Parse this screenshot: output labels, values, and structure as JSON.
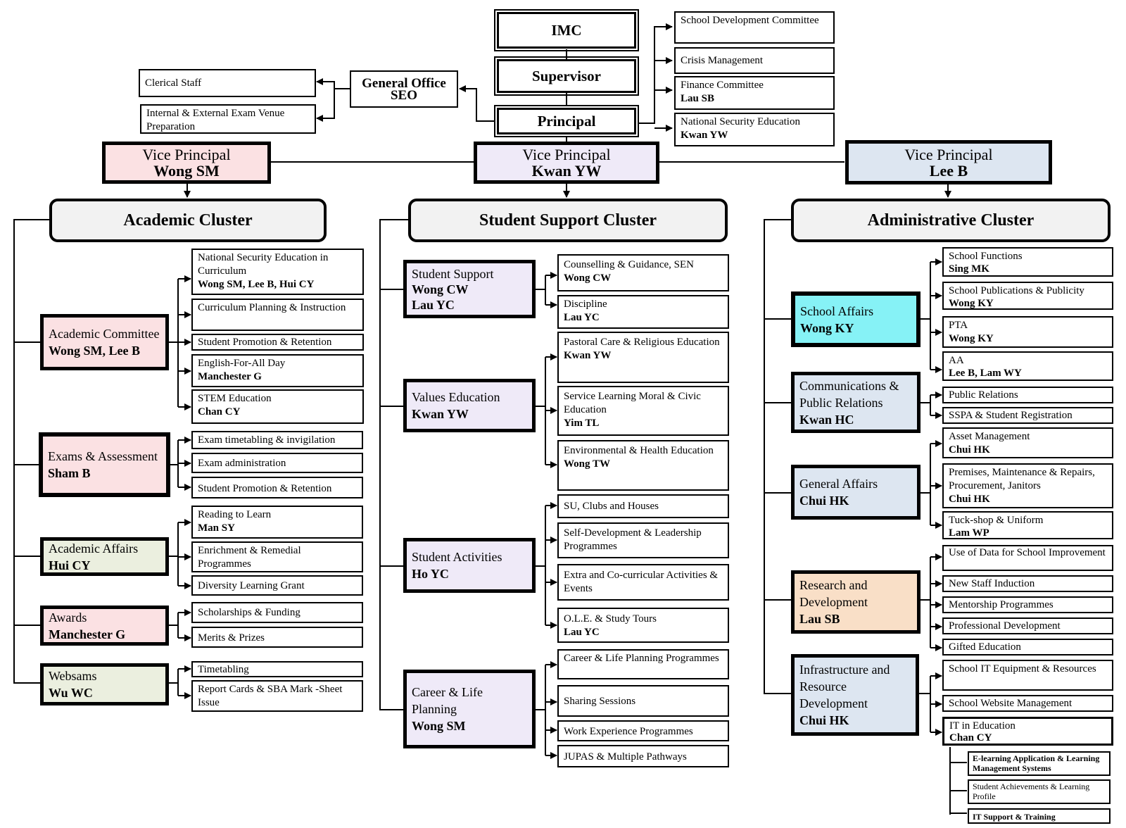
{
  "top": {
    "imc": "IMC",
    "supervisor": "Supervisor",
    "principal": "Principal"
  },
  "committees": [
    {
      "label": "School Development Committee",
      "name": ""
    },
    {
      "label": "Crisis Management",
      "name": ""
    },
    {
      "label": "Finance Committee",
      "name": "Lau SB"
    },
    {
      "label": "National Security Education",
      "name": "Kwan YW"
    }
  ],
  "general_office": {
    "title": "General Office",
    "sub": "SEO"
  },
  "office_items": [
    "Clerical Staff",
    "Internal & External Exam Venue Preparation"
  ],
  "vice_principals": [
    {
      "title": "Vice Principal",
      "name": "Wong SM"
    },
    {
      "title": "Vice Principal",
      "name": "Kwan YW"
    },
    {
      "title": "Vice Principal",
      "name": "Lee B"
    }
  ],
  "clusters": {
    "academic": {
      "title": "Academic Cluster",
      "groups": [
        {
          "title": "Academic Committee",
          "name": "Wong SM, Lee B",
          "items": [
            {
              "label": "National Security Education in Curriculum",
              "name": "Wong SM, Lee B, Hui CY"
            },
            {
              "label": "Curriculum Planning & Instruction",
              "name": ""
            },
            {
              "label": "Student Promotion & Retention",
              "name": ""
            },
            {
              "label": "English-For-All Day",
              "name": "Manchester G"
            },
            {
              "label": "STEM Education",
              "name": "Chan CY"
            }
          ]
        },
        {
          "title": "Exams & Assessment",
          "name": "Sham B",
          "items": [
            {
              "label": "Exam timetabling & invigilation",
              "name": ""
            },
            {
              "label": "Exam administration",
              "name": ""
            },
            {
              "label": "Student Promotion & Retention",
              "name": ""
            }
          ]
        },
        {
          "title": "Academic Affairs",
          "name": "Hui CY",
          "items": [
            {
              "label": "Reading to Learn",
              "name": "Man SY"
            },
            {
              "label": "Enrichment & Remedial Programmes",
              "name": ""
            },
            {
              "label": "Diversity Learning Grant",
              "name": ""
            }
          ]
        },
        {
          "title": "Awards",
          "name": "Manchester G",
          "items": [
            {
              "label": "Scholarships & Funding",
              "name": ""
            },
            {
              "label": "Merits & Prizes",
              "name": ""
            }
          ]
        },
        {
          "title": "Websams",
          "name": "Wu WC",
          "items": [
            {
              "label": "Timetabling",
              "name": ""
            },
            {
              "label": "Report Cards & SBA Mark -Sheet Issue",
              "name": ""
            }
          ]
        }
      ]
    },
    "support": {
      "title": "Student Support Cluster",
      "groups": [
        {
          "title": "Student Support",
          "name": "Wong CW",
          "name2": "Lau YC",
          "items": [
            {
              "label": "Counselling & Guidance, SEN",
              "name": "Wong CW"
            },
            {
              "label": "Discipline",
              "name": "Lau YC"
            }
          ]
        },
        {
          "title": "Values Education",
          "name": "Kwan YW",
          "items": [
            {
              "label": "Pastoral Care & Religious Education",
              "name": "Kwan YW"
            },
            {
              "label": "Service Learning Moral & Civic Education",
              "name": "Yim TL"
            },
            {
              "label": "Environmental & Health Education",
              "name": "Wong TW"
            }
          ]
        },
        {
          "title": "Student Activities",
          "name": "Ho YC",
          "items": [
            {
              "label": "SU, Clubs and Houses",
              "name": ""
            },
            {
              "label": "Self-Development & Leadership Programmes",
              "name": ""
            },
            {
              "label": "Extra and Co-curricular Activities & Events",
              "name": ""
            },
            {
              "label": "O.L.E. & Study Tours",
              "name": "Lau YC"
            }
          ]
        },
        {
          "title": "Career & Life Planning",
          "name": "Wong SM",
          "items": [
            {
              "label": "Career & Life Planning Programmes",
              "name": ""
            },
            {
              "label": "Sharing Sessions",
              "name": ""
            },
            {
              "label": "Work Experience Programmes",
              "name": ""
            },
            {
              "label": "JUPAS & Multiple Pathways",
              "name": ""
            }
          ]
        }
      ]
    },
    "admin": {
      "title": "Administrative Cluster",
      "groups": [
        {
          "title": "School Affairs",
          "name": "Wong KY",
          "items": [
            {
              "label": "School Functions",
              "name": "Sing MK"
            },
            {
              "label": "School Publications & Publicity",
              "name": "Wong KY"
            },
            {
              "label": "PTA",
              "name": "Wong KY"
            },
            {
              "label": "AA",
              "name": "Lee B, Lam WY"
            }
          ]
        },
        {
          "title": "Communications & Public Relations",
          "name": "Kwan HC",
          "items": [
            {
              "label": "Public Relations",
              "name": ""
            },
            {
              "label": "SSPA & Student Registration",
              "name": ""
            }
          ]
        },
        {
          "title": "General Affairs",
          "name": "Chui HK",
          "items": [
            {
              "label": "Asset Management",
              "name": "Chui HK"
            },
            {
              "label": "Premises, Maintenance & Repairs, Procurement, Janitors",
              "name": "Chui HK"
            },
            {
              "label": "Tuck-shop & Uniform",
              "name": "Lam WP"
            }
          ]
        },
        {
          "title": "Research and Development",
          "name": "Lau SB",
          "items": [
            {
              "label": "Use of Data for School Improvement",
              "name": ""
            },
            {
              "label": "New Staff Induction",
              "name": ""
            },
            {
              "label": "Mentorship Programmes",
              "name": ""
            },
            {
              "label": "Professional Development",
              "name": ""
            },
            {
              "label": "Gifted Education",
              "name": ""
            }
          ]
        },
        {
          "title": "Infrastructure and Resource Development",
          "name": "Chui HK",
          "items": [
            {
              "label": "School IT Equipment & Resources",
              "name": ""
            },
            {
              "label": "School Website Management",
              "name": ""
            },
            {
              "label": "IT in Education",
              "name": "Chan CY"
            }
          ],
          "sub_items": [
            "E-learning Application & Learning Management Systems",
            "Student Achievements & Learning Profile",
            "IT Support & Training"
          ]
        }
      ]
    }
  },
  "colors": {
    "pink": "#fbe1e3",
    "green": "#ebefdf",
    "lavender": "#efeaf8",
    "blue": "#dde6f1",
    "cyan": "#86f2f6",
    "peach": "#f9dfc7"
  }
}
